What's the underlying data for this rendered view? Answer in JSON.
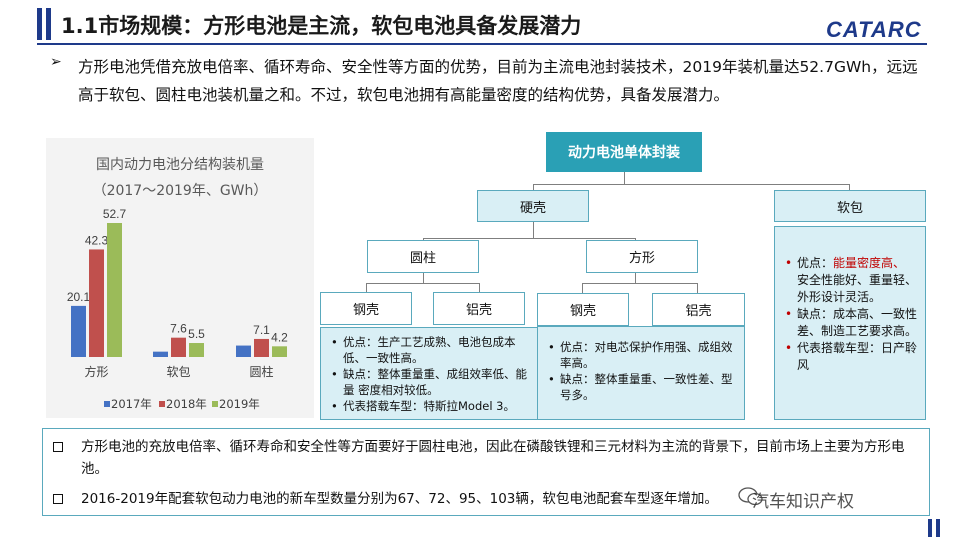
{
  "header": {
    "title": "1.1市场规模：方形电池是主流，软包电池具备发展潜力",
    "logo": "CATARC"
  },
  "intro": {
    "bullet_symbol": "➢",
    "text": "方形电池凭借充放电倍率、循环寿命、安全性等方面的优势，目前为主流电池封装技术，2019年装机量达52.7GWh，远远高于软包、圆柱电池装机量之和。不过，软包电池拥有高能量密度的结构优势，具备发展潜力。"
  },
  "chart_data": {
    "type": "bar",
    "title": "国内动力电池分结构装机量",
    "subtitle": "（2017～2019年、GWh）",
    "categories": [
      "方形",
      "软包",
      "圆柱"
    ],
    "series": [
      {
        "name": "2017年",
        "color": "#4472c4",
        "values": [
          20.1,
          2.1,
          4.5
        ]
      },
      {
        "name": "2018年",
        "color": "#c0504d",
        "values": [
          42.3,
          7.6,
          7.1
        ]
      },
      {
        "name": "2019年",
        "color": "#9bbb59",
        "values": [
          52.7,
          5.5,
          4.2
        ]
      }
    ],
    "data_labels": [
      [
        "20.1",
        "",
        ""
      ],
      [
        "42.3",
        "7.6",
        "7.1"
      ],
      [
        "52.7",
        "5.5",
        "4.2"
      ]
    ],
    "ylim": [
      0,
      60
    ],
    "grid": false,
    "legend_position": "bottom"
  },
  "diagram": {
    "root": "动力电池单体封装",
    "hard": "硬壳",
    "soft": "软包",
    "cylinder": "圆柱",
    "square": "方形",
    "cyl_steel": "钢壳",
    "cyl_al": "铝壳",
    "sq_steel": "钢壳",
    "sq_al": "铝壳",
    "cyl_desc": [
      "优点：生产工艺成熟、电池包成本低、一致性高。",
      "缺点：整体重量重、成组效率低、能量 密度相对较低。",
      "代表搭载车型：特斯拉Model 3。"
    ],
    "sq_desc": [
      "优点：对电芯保护作用强、成组效率高。",
      "缺点：整体重量重、一致性差、型号多。"
    ],
    "soft_desc": {
      "pro_prefix": "优点：",
      "pro_highlight": "能量密度高、",
      "pro_rest": "安全性能好、重量轻、外形设计灵活。",
      "con": "缺点：成本高、一致性差、制造工艺要求高。",
      "model": "代表搭载车型：日产聆风"
    }
  },
  "conclusions": [
    "方形电池的充放电倍率、循环寿命和安全性等方面要好于圆柱电池，因此在磷酸铁锂和三元材料为主流的背景下，目前市场上主要为方形电池。",
    "2016-2019年配套软包动力电池的新车型数量分别为67、72、95、103辆，软包电池配套车型逐年增加。"
  ],
  "watermark": "汽车知识产权"
}
